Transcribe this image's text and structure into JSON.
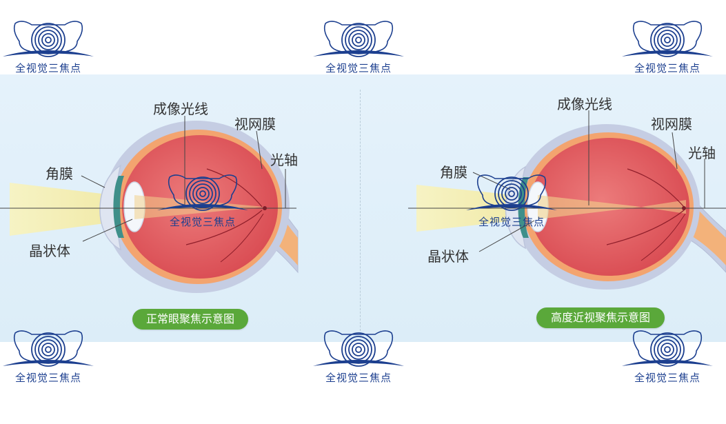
{
  "watermark": {
    "text": "全视觉三焦点"
  },
  "colors": {
    "background_band": "#e2f0fa",
    "sclera": "#c5cde3",
    "choroid": "#f3a46f",
    "vitreous": "#e05a5e",
    "light_beam": "#f4f0b8",
    "caption_bg": "#5aa83a",
    "logo_blue": "#1c3f8f"
  },
  "normal_eye": {
    "label_imaging_ray": "成像光线",
    "label_retina": "视网膜",
    "label_optical_axis": "光轴",
    "label_cornea": "角膜",
    "label_lens": "晶状体",
    "caption": "正常眼聚焦示意图"
  },
  "myopia_eye": {
    "label_imaging_ray": "成像光线",
    "label_retina": "视网膜",
    "label_optical_axis": "光轴",
    "label_cornea": "角膜",
    "label_lens": "晶状体",
    "caption": "高度近视聚焦示意图"
  }
}
